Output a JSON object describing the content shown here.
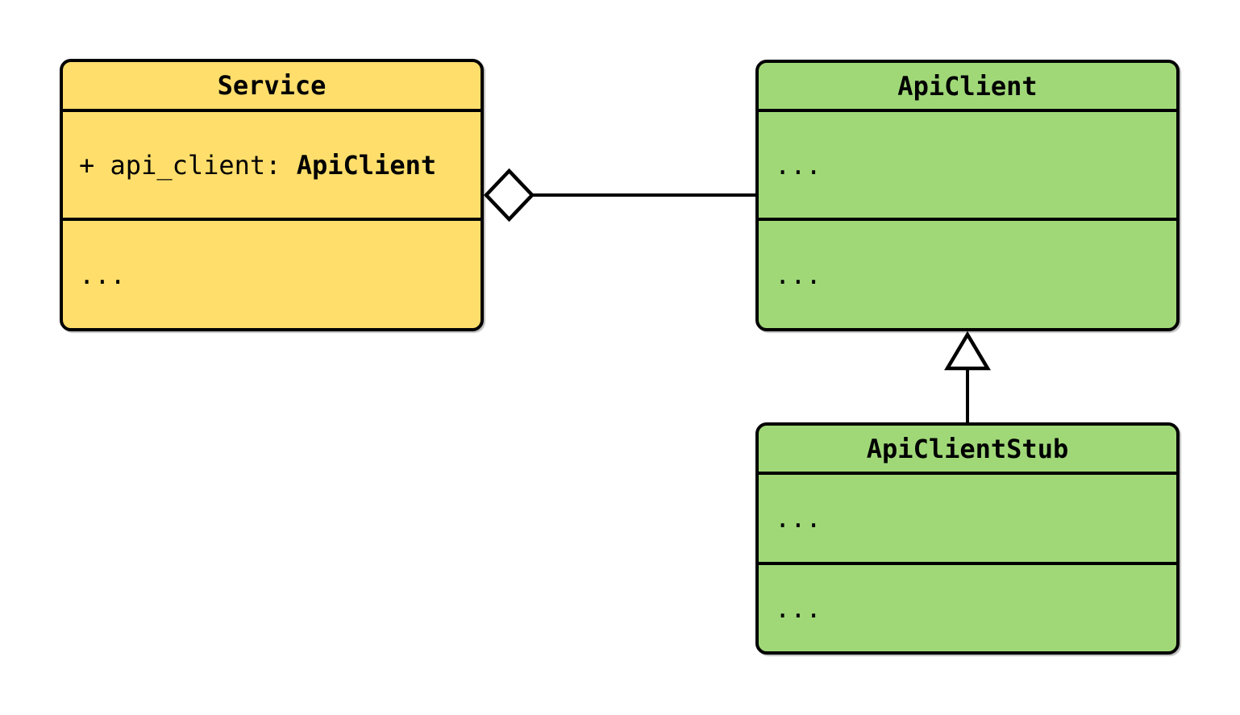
{
  "diagram": {
    "kind": "UML class diagram",
    "background": "#ffffff",
    "stroke_color": "#000000",
    "classes": {
      "service": {
        "title": "Service",
        "fill": "#FFDE6B",
        "attribute_prefix": "+ api_client: ",
        "attribute_type": "ApiClient",
        "methods_placeholder": "..."
      },
      "api_client": {
        "title": "ApiClient",
        "fill": "#A0D878",
        "attributes_placeholder": "...",
        "methods_placeholder": "..."
      },
      "api_client_stub": {
        "title": "ApiClientStub",
        "fill": "#A0D878",
        "attributes_placeholder": "...",
        "methods_placeholder": "..."
      }
    },
    "relationships": [
      {
        "type": "aggregation",
        "whole": "Service",
        "part": "ApiClient",
        "marker": "hollow-diamond",
        "marker_fill": "#FFFFFF",
        "line_color": "#000000"
      },
      {
        "type": "inheritance",
        "parent": "ApiClient",
        "child": "ApiClientStub",
        "marker": "hollow-triangle",
        "marker_fill": "#FFFFFF",
        "line_color": "#000000"
      }
    ]
  }
}
